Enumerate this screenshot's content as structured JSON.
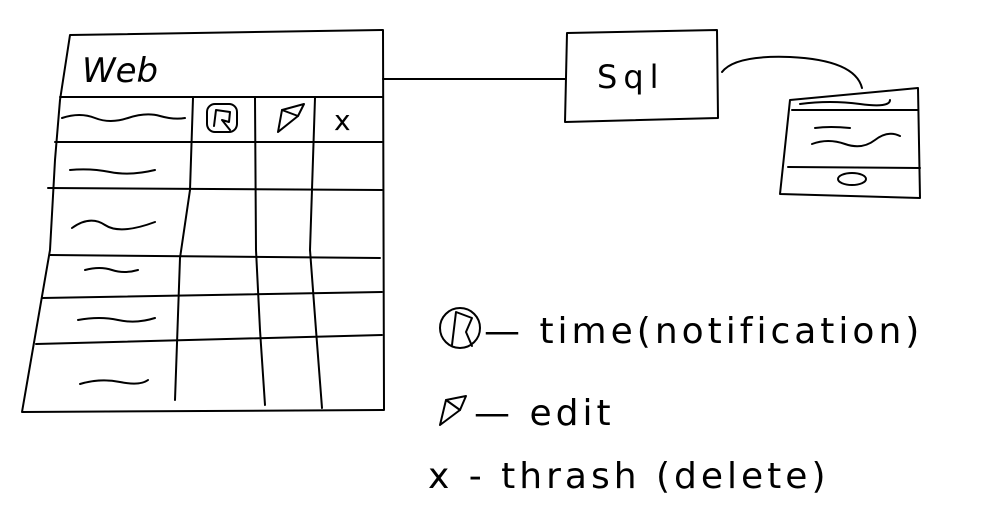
{
  "web_box": {
    "title": "Web",
    "columns": [
      {
        "icon": "clock-icon",
        "label": ""
      },
      {
        "icon": "pencil-icon",
        "label": ""
      },
      {
        "icon": "x-icon",
        "label": "x"
      }
    ]
  },
  "sql_box": {
    "label": "Sql"
  },
  "legend": [
    {
      "icon": "clock-icon",
      "text": "— time(notification)"
    },
    {
      "icon": "pencil-icon",
      "text": "— edit"
    },
    {
      "icon": "x-icon",
      "text": "x - thrash (delete)"
    }
  ]
}
